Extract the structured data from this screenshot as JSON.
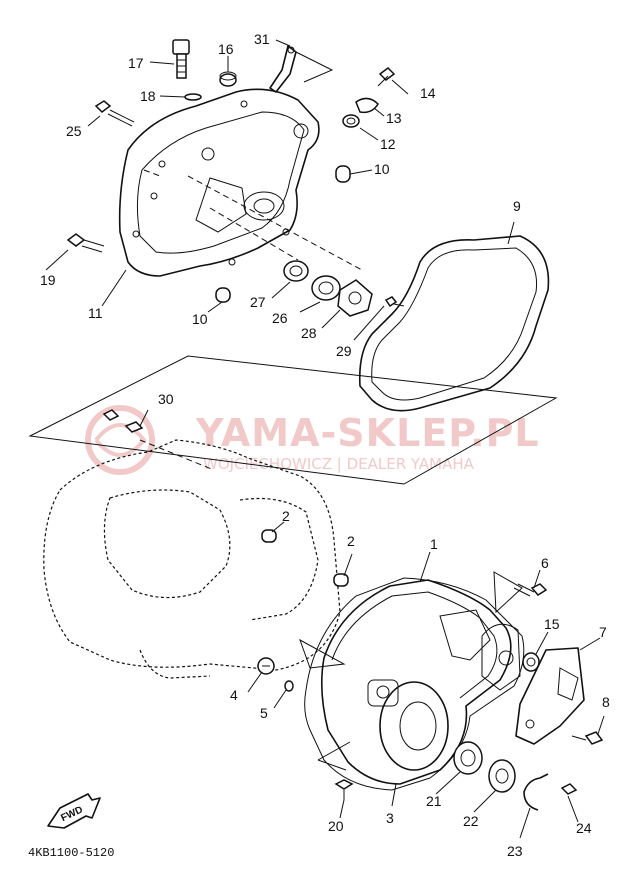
{
  "diagram": {
    "drawing_code": "4KB1100-5120",
    "fwd_label": "FWD",
    "watermark": {
      "brand": "YAMA-SKLEP.PL",
      "dealer": "WOJCIECHOWICZ | DEALER YAMAHA"
    },
    "callouts": [
      {
        "id": "c1",
        "label": "1"
      },
      {
        "id": "c2a",
        "label": "2"
      },
      {
        "id": "c2b",
        "label": "2"
      },
      {
        "id": "c3",
        "label": "3"
      },
      {
        "id": "c4",
        "label": "4"
      },
      {
        "id": "c5",
        "label": "5"
      },
      {
        "id": "c6",
        "label": "6"
      },
      {
        "id": "c7",
        "label": "7"
      },
      {
        "id": "c8",
        "label": "8"
      },
      {
        "id": "c9",
        "label": "9"
      },
      {
        "id": "c10a",
        "label": "10"
      },
      {
        "id": "c10b",
        "label": "10"
      },
      {
        "id": "c11",
        "label": "11"
      },
      {
        "id": "c12",
        "label": "12"
      },
      {
        "id": "c13",
        "label": "13"
      },
      {
        "id": "c14",
        "label": "14"
      },
      {
        "id": "c15",
        "label": "15"
      },
      {
        "id": "c16",
        "label": "16"
      },
      {
        "id": "c17",
        "label": "17"
      },
      {
        "id": "c18",
        "label": "18"
      },
      {
        "id": "c19",
        "label": "19"
      },
      {
        "id": "c20",
        "label": "20"
      },
      {
        "id": "c21",
        "label": "21"
      },
      {
        "id": "c22",
        "label": "22"
      },
      {
        "id": "c23",
        "label": "23"
      },
      {
        "id": "c24",
        "label": "24"
      },
      {
        "id": "c25",
        "label": "25"
      },
      {
        "id": "c26",
        "label": "26"
      },
      {
        "id": "c27",
        "label": "27"
      },
      {
        "id": "c28",
        "label": "28"
      },
      {
        "id": "c29",
        "label": "29"
      },
      {
        "id": "c30",
        "label": "30"
      },
      {
        "id": "c31",
        "label": "31"
      }
    ]
  }
}
